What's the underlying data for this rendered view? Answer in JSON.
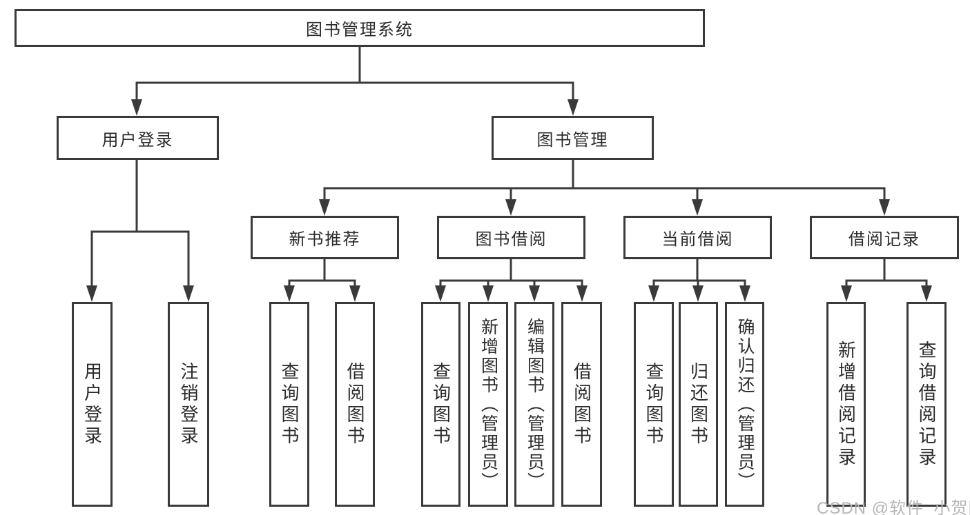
{
  "diagram": {
    "root": "图书管理系统",
    "level2": [
      "用户登录",
      "图书管理"
    ],
    "level3": [
      "新书推荐",
      "图书借阅",
      "当前借阅",
      "借阅记录"
    ],
    "leaves": {
      "user_login": [
        "用户登录",
        "注销登录"
      ],
      "new_book": [
        "查询图书",
        "借阅图书"
      ],
      "book_borrow": [
        "查询图书",
        "新增图书（管理员）",
        "编辑图书（管理员）",
        "借阅图书"
      ],
      "current_borrow": [
        "查询图书",
        "归还图书",
        "确认归还（管理员）"
      ],
      "borrow_record": [
        "新增借阅记录",
        "查询借阅记录"
      ]
    }
  },
  "watermark": "CSDN @软件_小贺同学",
  "colors": {
    "line": "#3a3a3a",
    "text": "#2b2b2b",
    "watermark": "#b5b5b5",
    "background": "#ffffff"
  }
}
